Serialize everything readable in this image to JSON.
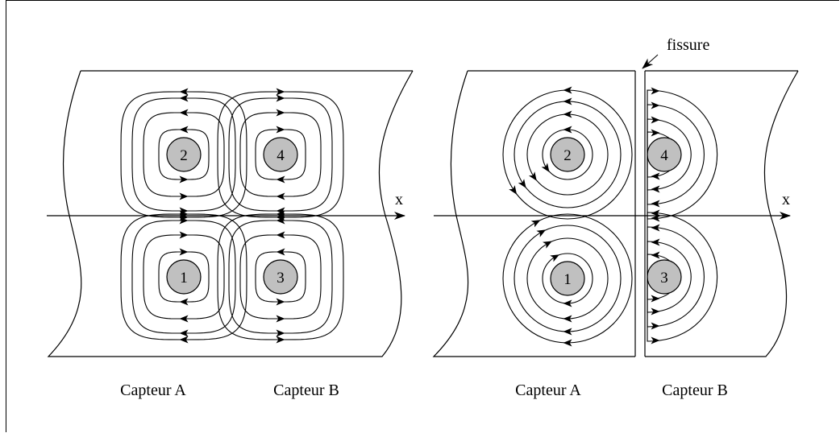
{
  "figure": {
    "left_panel": {
      "sensors": [
        {
          "id": "1",
          "label": "1"
        },
        {
          "id": "2",
          "label": "2"
        },
        {
          "id": "3",
          "label": "3"
        },
        {
          "id": "4",
          "label": "4"
        }
      ],
      "axis_label": "x",
      "caption_a": "Capteur A",
      "caption_b": "Capteur B"
    },
    "right_panel": {
      "sensors": [
        {
          "id": "1",
          "label": "1"
        },
        {
          "id": "2",
          "label": "2"
        },
        {
          "id": "3",
          "label": "3"
        },
        {
          "id": "4",
          "label": "4"
        }
      ],
      "axis_label": "x",
      "crack_label": "fissure",
      "caption_a": "Capteur A",
      "caption_b": "Capteur B"
    }
  },
  "colors": {
    "sensor_fill": "#c0c0c0",
    "stroke": "#000000"
  }
}
